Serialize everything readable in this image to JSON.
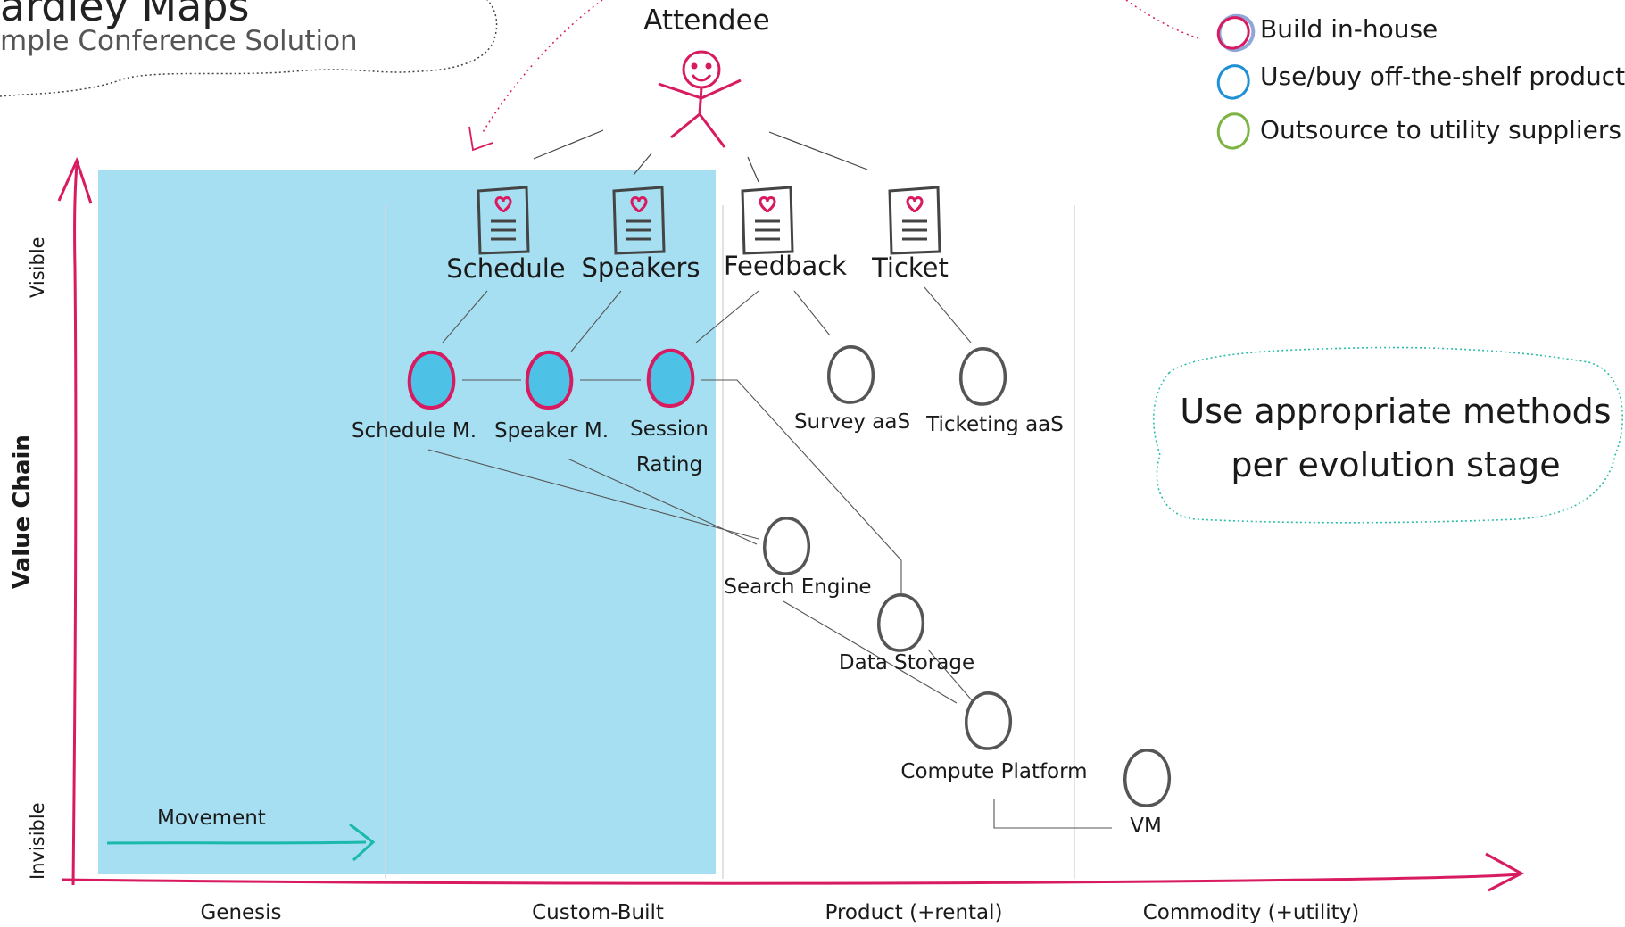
{
  "header": {
    "title": "ardley Maps",
    "subtitle": "mple Conference Solution"
  },
  "axes": {
    "y_label": "Value Chain",
    "y_top": "Visible",
    "y_bottom": "Invisible",
    "x_stages": [
      "Genesis",
      "Custom-Built",
      "Product (+rental)",
      "Commodity (+utility)"
    ]
  },
  "movement": {
    "label": "Movement"
  },
  "user": {
    "label": "Attendee"
  },
  "needs": {
    "schedule": "Schedule",
    "speakers": "Speakers",
    "feedback": "Feedback",
    "ticket": "Ticket"
  },
  "components": {
    "schedule_m": "Schedule M.",
    "speaker_m": "Speaker M.",
    "session_rating_1": "Session",
    "session_rating_2": "Rating",
    "survey": "Survey aaS",
    "ticketing": "Ticketing aaS",
    "search": "Search Engine",
    "storage": "Data Storage",
    "compute": "Compute Platform",
    "vm": "VM"
  },
  "legend": {
    "build": "Build in-house",
    "buy": "Use/buy off-the-shelf product",
    "outsource": "Outsource to utility suppliers"
  },
  "note": {
    "line1": "Use appropriate methods",
    "line2": "per evolution stage"
  },
  "colors": {
    "accent": "#d81b60",
    "highlight_region": "#a6dff1",
    "build_fill": "#4ec2e6",
    "buy": "#1e90d6",
    "outsource": "#7cb342",
    "movement": "#1ab8ad",
    "note_border": "#2bbcaa",
    "ink": "#555555"
  }
}
